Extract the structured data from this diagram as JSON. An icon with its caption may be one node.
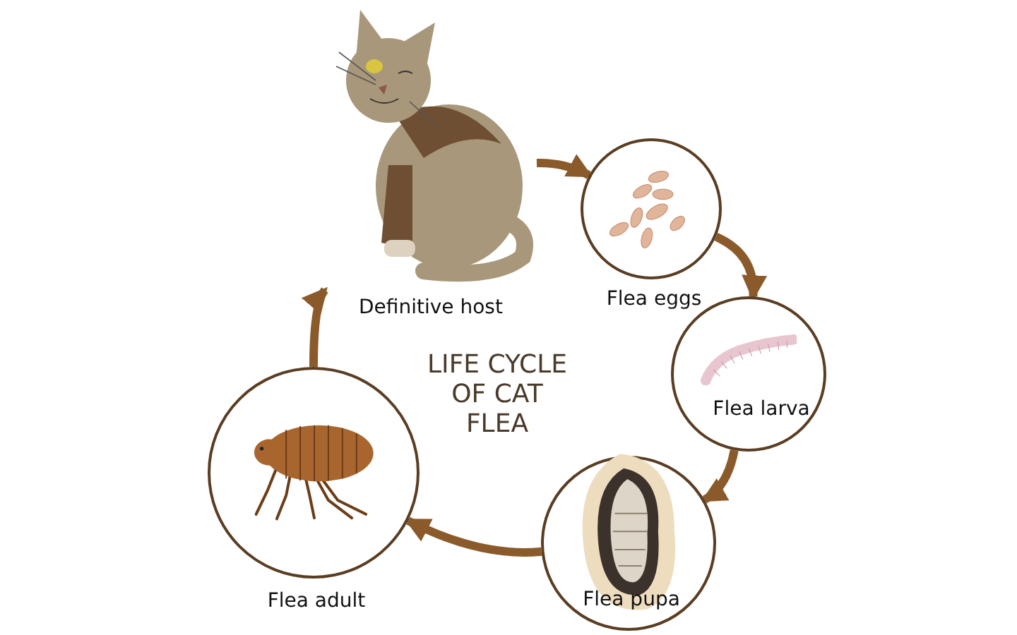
{
  "diagram": {
    "title": "LIFE CYCLE OF CAT FLEA",
    "nodes": [
      {
        "text": [
          "Definitive host"
        ]
      },
      {
        "text": [
          "Flea eggs"
        ]
      },
      {
        "text": [
          "Flea larva"
        ]
      },
      {
        "text": [
          "Flea pupa"
        ]
      },
      {
        "text": [
          "Flea adult"
        ]
      }
    ],
    "edges": [
      {
        "from": 0,
        "to": 1,
        "arrow": "to"
      },
      {
        "from": 1,
        "to": 2,
        "arrow": "to"
      },
      {
        "from": 2,
        "to": 3,
        "arrow": "to"
      },
      {
        "from": 3,
        "to": 4,
        "arrow": "to"
      },
      {
        "from": 4,
        "to": 0,
        "arrow": "to"
      }
    ]
  }
}
